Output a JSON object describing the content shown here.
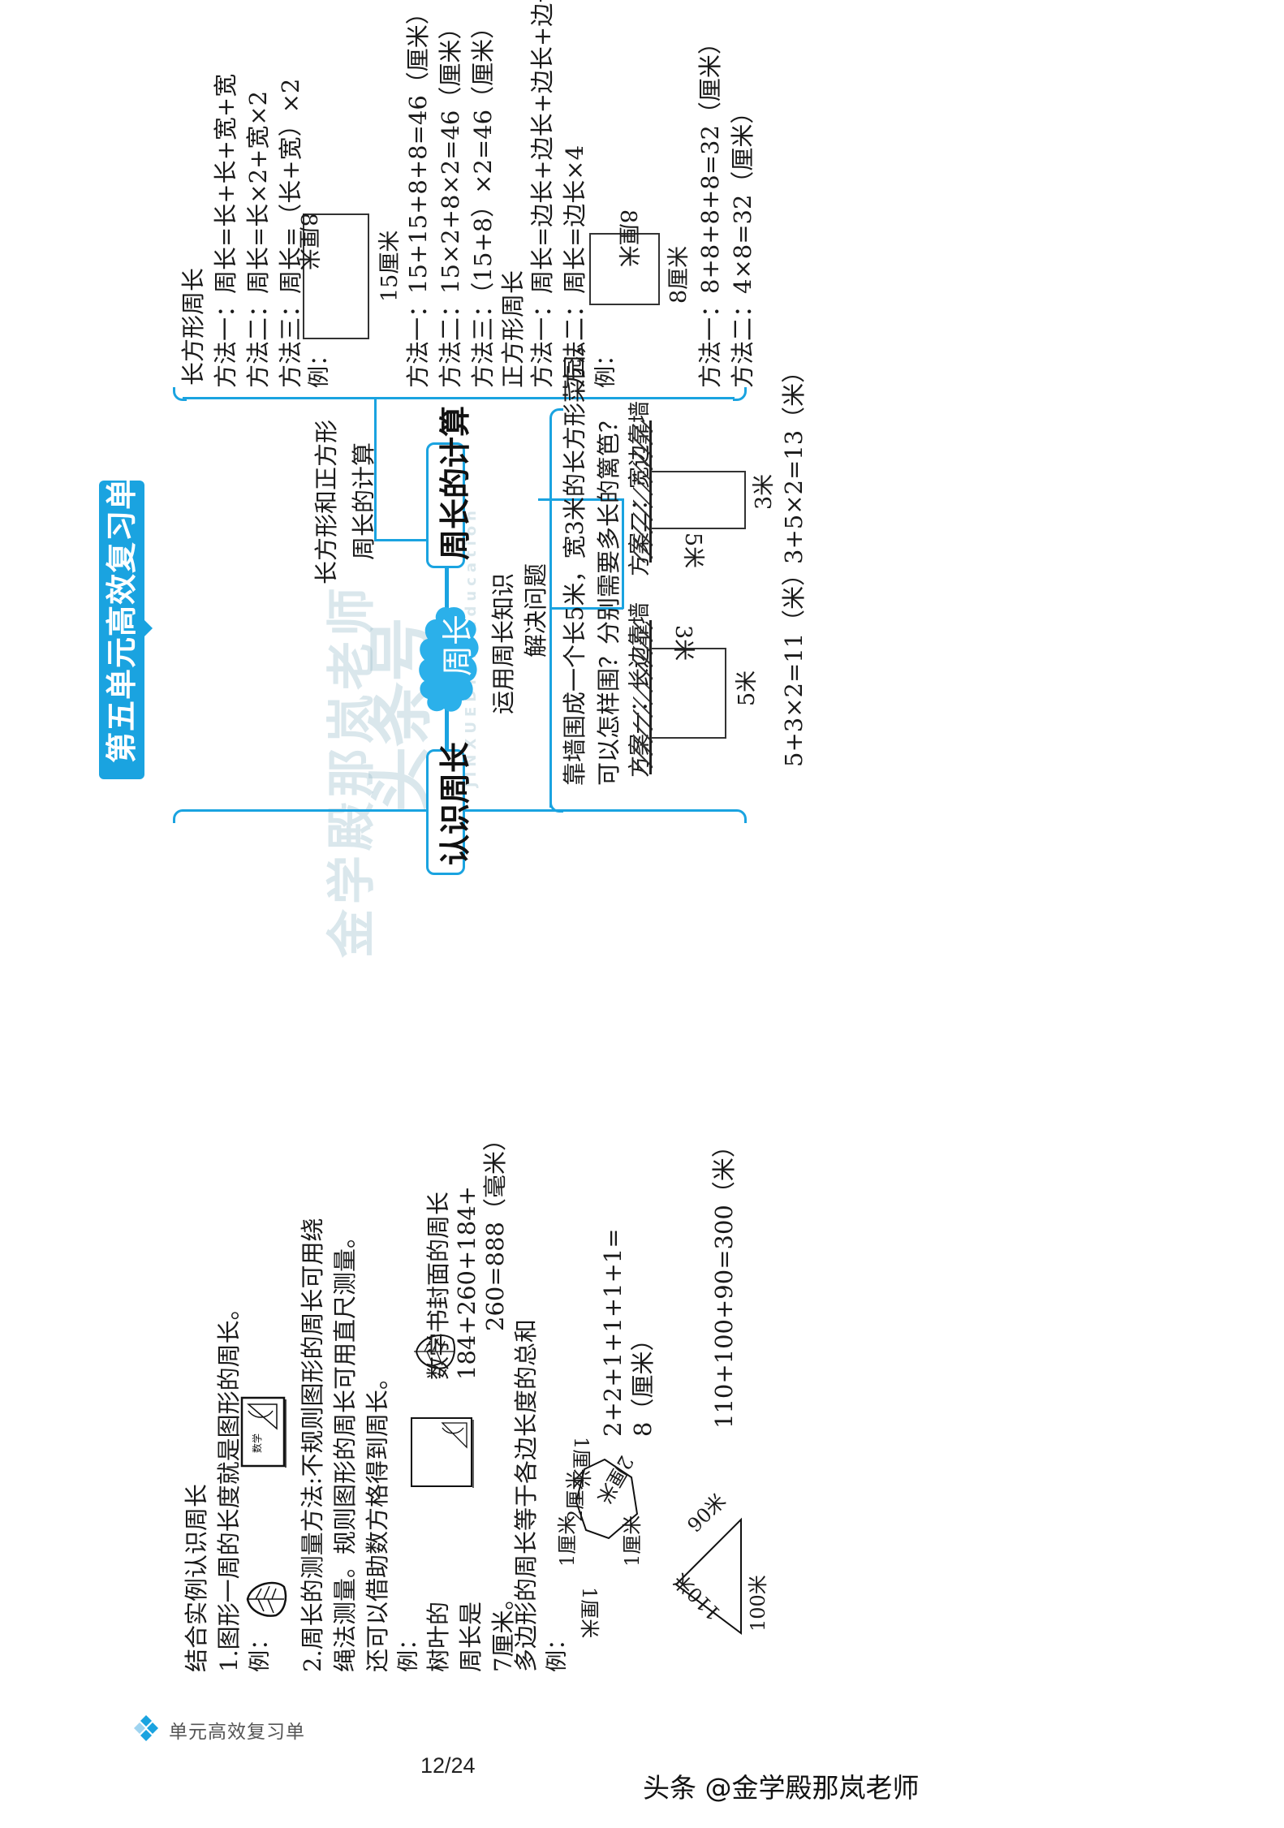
{
  "title": "第五单元高效复习单",
  "center_topic": "周长",
  "watermark": {
    "line1": "头条号",
    "line2": "金学殿那岚老师",
    "line3": "JINXUEDIAN Education"
  },
  "branches": {
    "calc": {
      "label": "周长的计算",
      "sub1": {
        "label_line1": "长方形和正方形",
        "label_line2": "周长的计算"
      },
      "sub2": {
        "label_line1": "运用周长知识",
        "label_line2": "解决问题"
      }
    },
    "recognize": {
      "label": "认识周长"
    }
  },
  "rectangle": {
    "heading": "长方形周长",
    "methods": [
      "方法一：周长=长+长+宽+宽",
      "方法二：周长=长×2+宽×2",
      "方法三：周长=（长+宽）×2"
    ],
    "example_label": "例：",
    "dims": {
      "length": "15厘米",
      "width": "8厘米"
    },
    "solutions": [
      "方法一：15+15+8+8=46（厘米）",
      "方法二：15×2+8×2=46（厘米）",
      "方法三：（15+8）×2=46（厘米）"
    ]
  },
  "square": {
    "heading": "正方形周长",
    "methods": [
      "方法一：周长=边长+边长+边长+边长",
      "方法二：周长=边长×4"
    ],
    "example_label": "例：",
    "dims": {
      "side_a": "8厘米",
      "side_b": "8厘米"
    },
    "solutions": [
      "方法一：8+8+8+8=32（厘米）",
      "方法二：4×8=32（厘米）"
    ]
  },
  "problem": {
    "line1": "靠墙围成一个长5米，宽3米的长方形菜园，",
    "line2": "可以怎样围？分别需要多长的篱笆？",
    "plan1": {
      "label": "方案一：长边靠墙",
      "side_top": "3米",
      "side_bottom": "5米",
      "answer": "5+3×2=11（米）"
    },
    "plan2": {
      "label": "方案二：宽边靠墙",
      "side_top": "5米",
      "side_bottom": "3米",
      "answer": "3+5×2=13（米）"
    }
  },
  "recognize": {
    "intro": "结合实例认识周长",
    "p1": "1.图形一周的长度就是图形的周长。",
    "p1_example": "例：",
    "p2_line1": "2.周长的测量方法:不规则图形的周长可用绕",
    "p2_line2": "绳法测量。规则图形的周长可用直尺测量。",
    "p2_line3": "还可以借助数方格得到周长。",
    "p2_example": "例：",
    "leaf_line1": "树叶的",
    "leaf_line2": "周长是",
    "leaf_line3": "7厘米。",
    "book_line1": "数学书封面的周长",
    "book_line2": "184+260+184+",
    "book_line3": "260=888（毫米）",
    "book_cover_text": "数学",
    "p3": "多边形的周长等于各边长度的总和",
    "p3_example": "例：",
    "polygon": {
      "labels": [
        "1厘米",
        "2厘米",
        "1厘米",
        "2厘米",
        "1厘米",
        "1厘米"
      ],
      "sum_line1": "2+2+1+1+1+1=",
      "sum_line2": "8（厘米）"
    },
    "triangle": {
      "labels": [
        "90米",
        "110米",
        "100米"
      ],
      "sum": "110+100+90=300（米）"
    }
  },
  "footer": {
    "section": "单元高效复习单",
    "page": "12/24",
    "credit": "头条 @金学殿那岚老师"
  },
  "colors": {
    "accent": "#1aa3e0",
    "cloud": "#2bb0ea",
    "text": "#1a1a1a"
  }
}
